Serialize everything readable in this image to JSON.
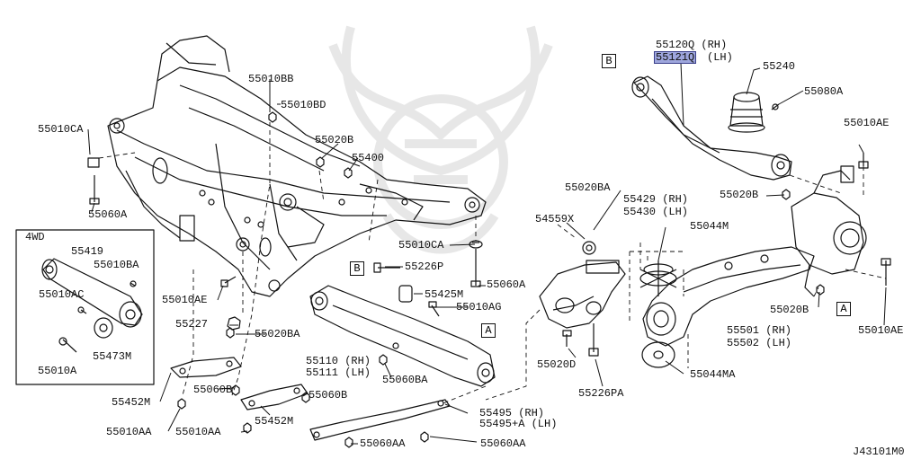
{
  "diagram_code": "J43101M0",
  "box_refs": {
    "b_top": "B",
    "b_mid": "B",
    "a_mid": "A",
    "a_right": "A"
  },
  "inset": {
    "title": "4WD"
  },
  "labels": {
    "p55120Q": "55120Q (RH)",
    "p55121Q": "55121Q",
    "p55121Q_side": "(LH)",
    "p55240": "55240",
    "p55080A": "55080A",
    "p55010AE_r": "55010AE",
    "p55010BB": "55010BB",
    "p55010BD": "55010BD",
    "p55010CA_l": "55010CA",
    "p55020B_top": "55020B",
    "p55400": "55400",
    "p55060A_l": "55060A",
    "p55020BA_top": "55020BA",
    "p55429": "55429 (RH)",
    "p55430": "55430 (LH)",
    "p55044M": "55044M",
    "p55020B_r": "55020B",
    "p54559X": "54559X",
    "p55010CA_m": "55010CA",
    "p55226P": "55226P",
    "p55060A_m": "55060A",
    "p55419": "55419",
    "p55010BA": "55010BA",
    "p55010AC": "55010AC",
    "p55010AE_l": "55010AE",
    "p55425M": "55425M",
    "p55010AG": "55010AG",
    "p55227": "55227",
    "p55020BA_m": "55020BA",
    "p55473M": "55473M",
    "p55010A": "55010A",
    "p55110": "55110 (RH)",
    "p55111": "55111 (LH)",
    "p55060BA": "55060BA",
    "p55020D": "55020D",
    "p55501": "55501 (RH)",
    "p55502": "55502 (LH)",
    "p55020B_b": "55020B",
    "p55010AE_b": "55010AE",
    "p55452M_l": "55452M",
    "p55060B_l": "55060B",
    "p55060B_m": "55060B",
    "p55452M_m": "55452M",
    "p55226PA": "55226PA",
    "p55044MA": "55044MA",
    "p55010AA_l": "55010AA",
    "p55010AA_m": "55010AA",
    "p55495": "55495 (RH)",
    "p55495A": "55495+A (LH)",
    "p55060AA_l": "55060AA",
    "p55060AA_r": "55060AA"
  }
}
